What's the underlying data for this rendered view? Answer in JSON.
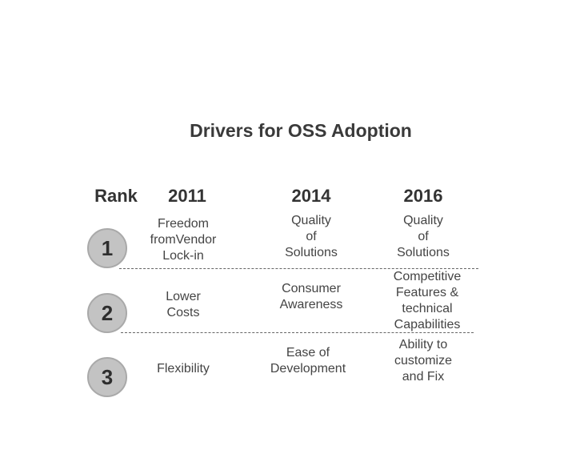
{
  "title": "Drivers for OSS Adoption",
  "headers": {
    "rank": "Rank",
    "col_2011": "2011",
    "col_2014": "2014",
    "col_2016": "2016"
  },
  "rows": [
    {
      "rank": "1",
      "y2011": "Freedom\nfromVendor\nLock-in",
      "y2014": "Quality\nof\nSolutions",
      "y2016": "Quality\nof\nSolutions"
    },
    {
      "rank": "2",
      "y2011": "Lower\nCosts",
      "y2014": "Consumer\nAwareness",
      "y2016": "Competitive\nFeatures &\ntechnical\nCapabilities"
    },
    {
      "rank": "3",
      "y2011": "Flexibility",
      "y2014": "Ease of\nDevelopment",
      "y2016": "Ability to\ncustomize\nand Fix"
    }
  ]
}
